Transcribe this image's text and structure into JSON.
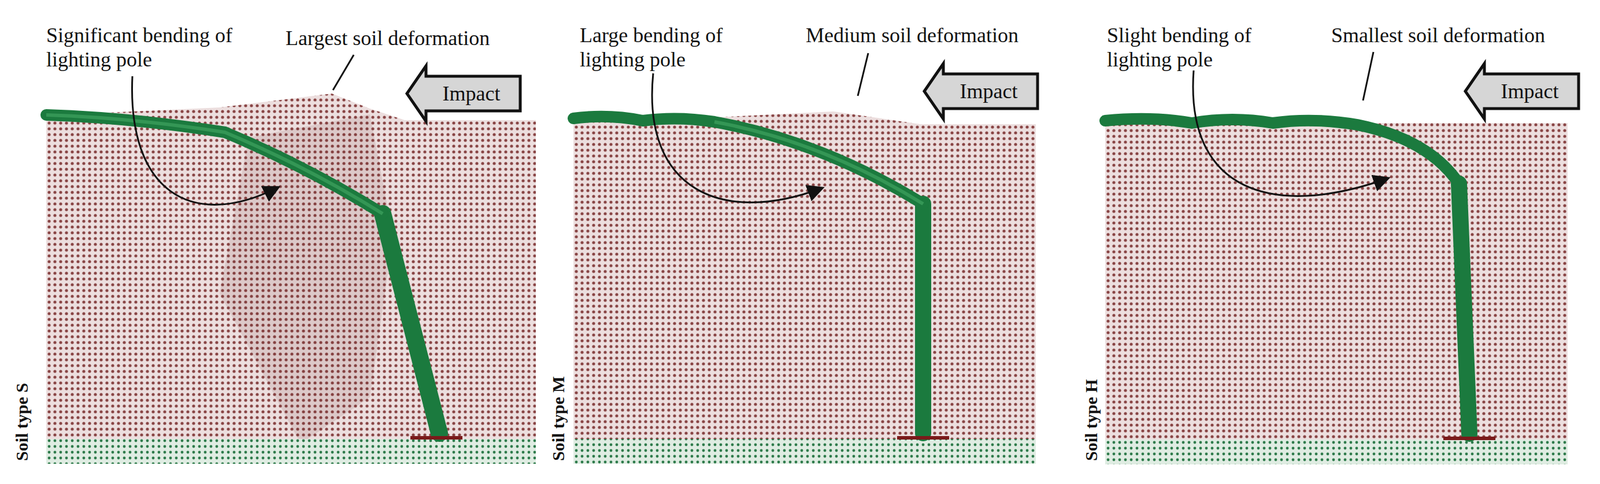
{
  "diagram": {
    "nodes": [
      {
        "text": [
          "Impact"
        ]
      },
      {
        "text": [
          "Impact"
        ]
      },
      {
        "text": [
          "Impact"
        ]
      }
    ],
    "labels": [
      "Significant bending of lighting pole",
      "Largest soil deformation",
      "Large bending of lighting pole",
      "Medium soil deformation",
      "Slight bending of lighting pole",
      "Smallest soil deformation",
      "Soil type S",
      "Soil type M",
      "Soil type H"
    ]
  }
}
